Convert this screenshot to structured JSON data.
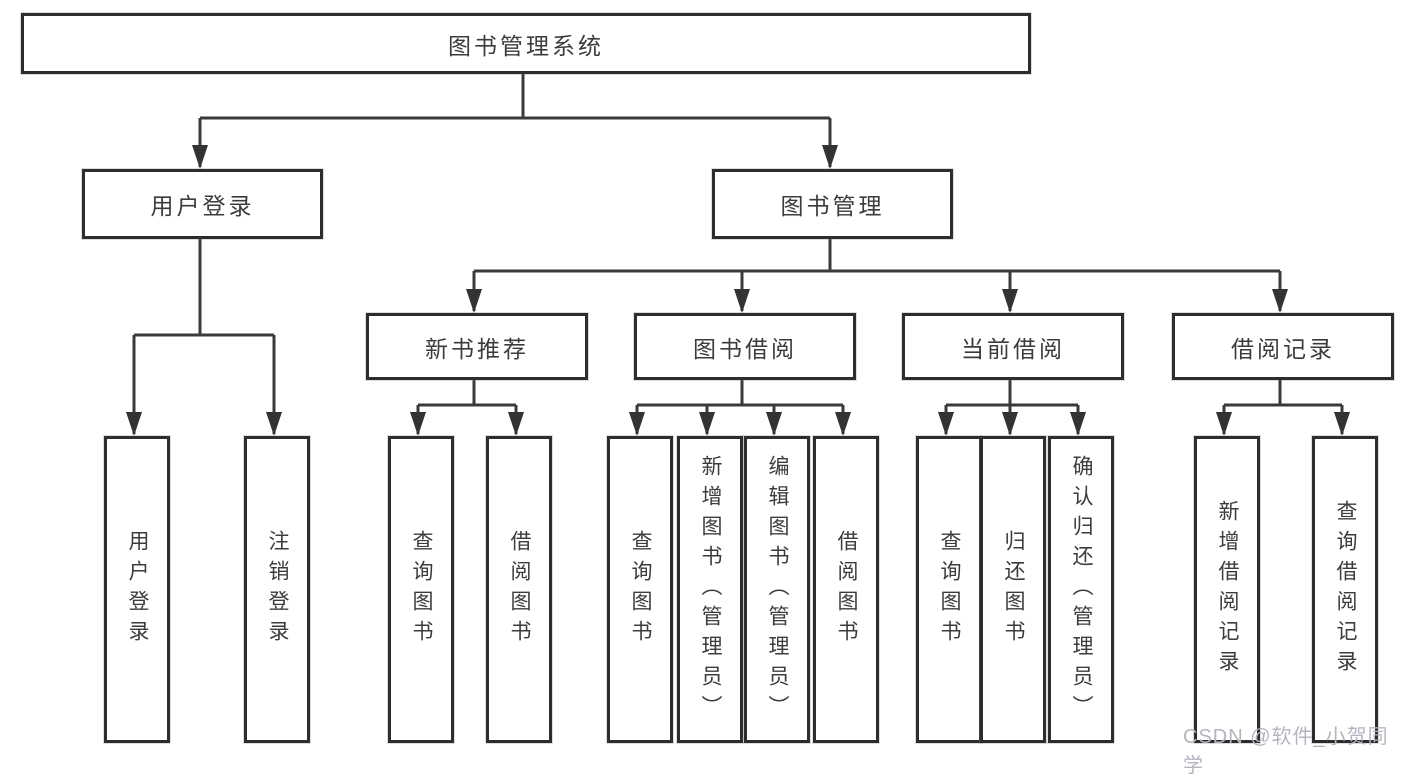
{
  "diagram": {
    "root": {
      "label": "图书管理系统"
    },
    "branches": [
      {
        "label": "用户登录"
      },
      {
        "label": "图书管理"
      }
    ],
    "modules": [
      {
        "label": "新书推荐"
      },
      {
        "label": "图书借阅"
      },
      {
        "label": "当前借阅"
      },
      {
        "label": "借阅记录"
      }
    ],
    "functions": [
      {
        "label": "用户登录"
      },
      {
        "label": "注销登录"
      },
      {
        "label": "查询图书"
      },
      {
        "label": "借阅图书"
      },
      {
        "label": "查询图书"
      },
      {
        "label": "新增图书（管理员）"
      },
      {
        "label": "编辑图书（管理员）"
      },
      {
        "label": "借阅图书"
      },
      {
        "label": "查询图书"
      },
      {
        "label": "归还图书"
      },
      {
        "label": "确认归还（管理员）"
      },
      {
        "label": "新增借阅记录"
      },
      {
        "label": "查询借阅记录"
      }
    ],
    "watermark": "CSDN @软件_小贺同学"
  },
  "colors": {
    "background": "#ffffff",
    "box_border": "#2d2d2d",
    "connector_line": "#3a3a3a",
    "arrowhead": "#333333",
    "text": "#3c3c3c",
    "watermark_text": "#b4b6bf"
  }
}
